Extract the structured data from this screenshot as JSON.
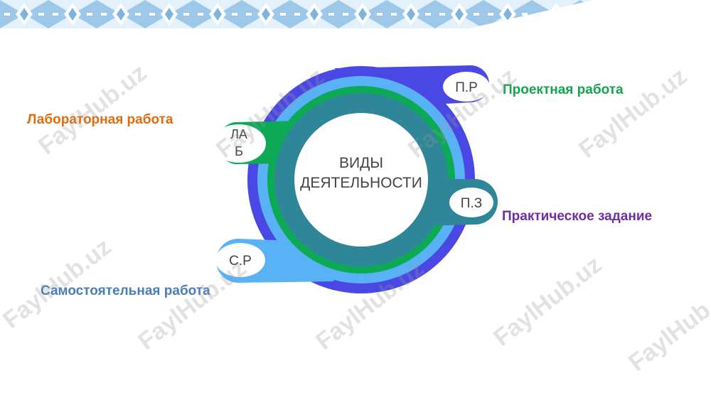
{
  "center": {
    "line1": "ВИДЫ",
    "line2": "ДЕЯТЕЛЬНОСТИ"
  },
  "nodes": {
    "lab": {
      "abbr_line1": "ЛА",
      "abbr_line2": "Б",
      "label": "Лабораторная работа",
      "color": "#0DAA55",
      "label_color": "#E06C10"
    },
    "proj": {
      "abbr": "П.Р",
      "label": "Проектная работа",
      "color": "#4A48E4",
      "label_color": "#16A24F"
    },
    "prac": {
      "abbr": "П.З",
      "label": "Практическое задание",
      "color": "#2E8698",
      "label_color": "#6D2FA8"
    },
    "self": {
      "abbr": "С.Р",
      "label": "Самостоятельная работа",
      "color": "#5AB2F6",
      "label_color": "#4A7EBB"
    }
  },
  "watermark": "FaylHub.uz",
  "colors": {
    "banner_blue": "#A9CFEE",
    "banner_light": "#DCEEFA",
    "center_fill": "#FFFFFF"
  }
}
